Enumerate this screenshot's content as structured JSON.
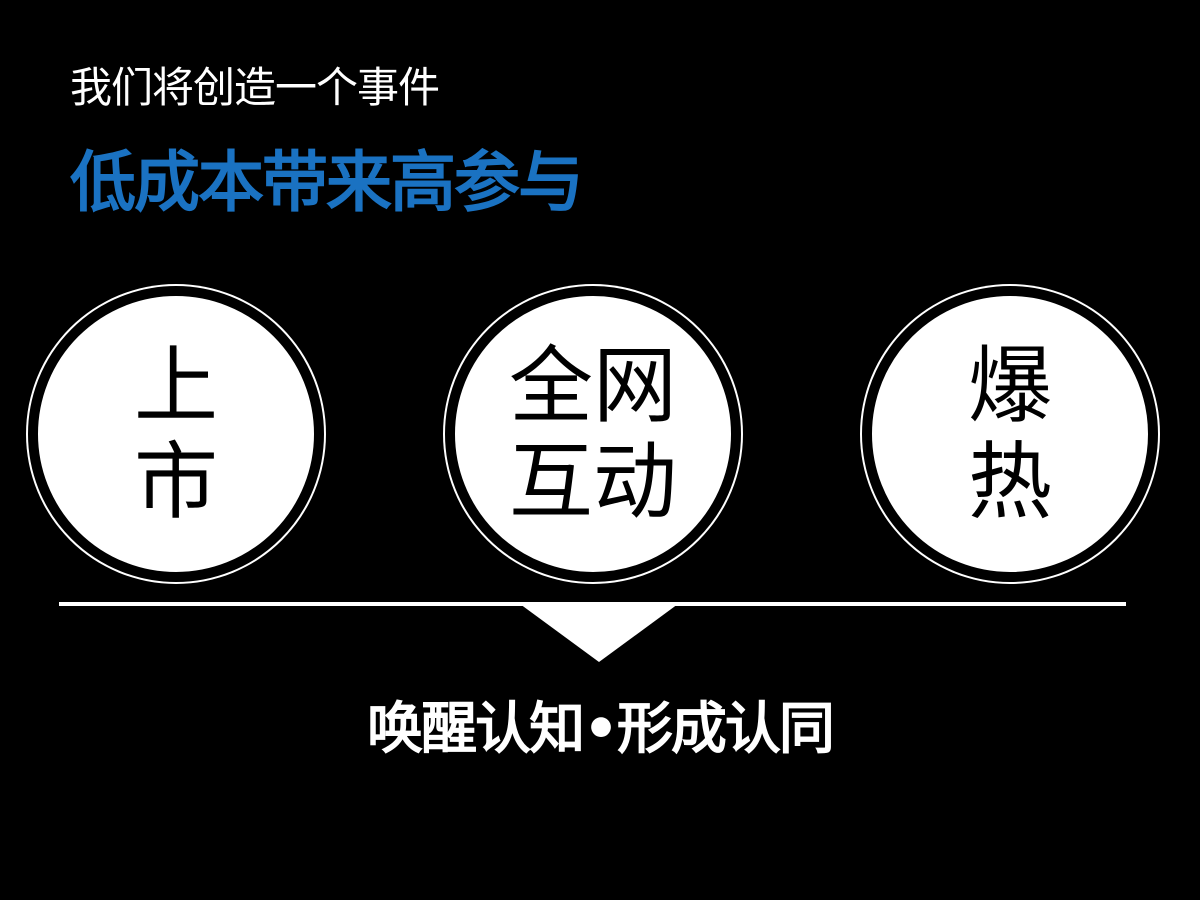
{
  "slide": {
    "subtitle": "我们将创造一个事件",
    "headline": "低成本带来高参与",
    "circles": [
      {
        "line1": "上",
        "line2": "市"
      },
      {
        "line1": "全网",
        "line2": "互动"
      },
      {
        "line1": "爆",
        "line2": "热"
      }
    ],
    "conclusion": "唤醒认知•形成认同"
  },
  "colors": {
    "background": "#000000",
    "headline": "#1a72c2",
    "text_light": "#ffffff",
    "circle_fill": "#ffffff",
    "circle_text": "#000000"
  },
  "icons": {
    "divider_arrow": "down-triangle-icon"
  }
}
